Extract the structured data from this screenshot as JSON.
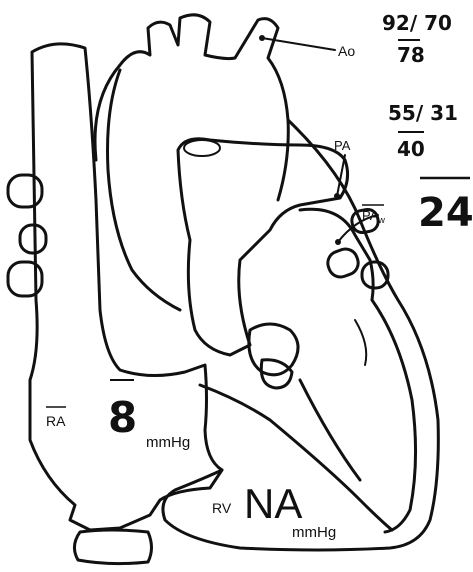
{
  "labels": {
    "ao": "Ao",
    "pa": "PA",
    "pa_w": "PA",
    "pa_w_sub": "w",
    "ra": "RA",
    "rv": "RV"
  },
  "pressures": {
    "ao_systolic_diastolic": "92/ 70",
    "ao_mean": "78",
    "pa_systolic_diastolic": "55/ 31",
    "pa_mean": "40",
    "pa_wedge_mean": "24",
    "ra_mean": "8",
    "ra_unit": "mmHg",
    "rv_value": "NA",
    "rv_unit": "mmHg"
  }
}
